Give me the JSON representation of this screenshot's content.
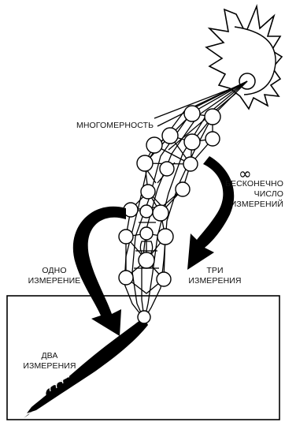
{
  "labels": {
    "multidim": "МНОГОМЕРНОСТЬ",
    "infinite_symbol": "∞",
    "infinite_lines": [
      "БЕСКОНЕЧНО",
      "ЧИСЛО",
      "ИЗМЕРЕНИЙ"
    ],
    "one_lines": [
      "ОДНО",
      "ИЗМЕРЕНИЕ"
    ],
    "three_lines": [
      "ТРИ",
      "ИЗМЕРЕНИЯ"
    ],
    "two_lines": [
      "ДВА",
      "ИЗМЕРЕНИЯ"
    ]
  },
  "icons": [
    "sun-icon",
    "tree-of-life-column",
    "curved-arrow-left",
    "curved-arrow-right",
    "infinity-icon",
    "feather-shadow"
  ]
}
